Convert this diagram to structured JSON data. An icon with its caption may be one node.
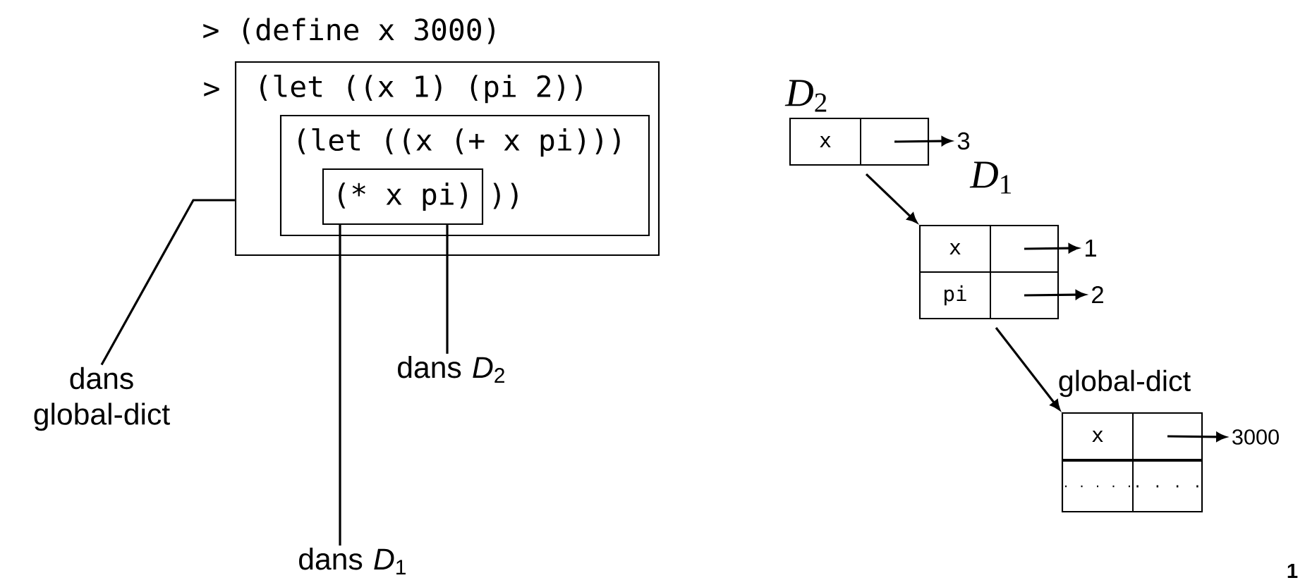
{
  "diagram": {
    "nodes": [
      {
        "text": [
          "(let ((x 1) (pi 2))"
        ]
      },
      {
        "text": [
          "(let ((x (+ x pi)))",
          "))"
        ],
        "in": 0
      },
      {
        "text": [
          "(* x pi)"
        ],
        "in": 1
      },
      {
        "text": [
          "dans global-dict"
        ]
      },
      {
        "text": [
          "dans *D*$_{2}$"
        ]
      },
      {
        "text": [
          "dans *D*$_{1}$"
        ]
      },
      {
        "text": [
          "*D*$_{2}$"
        ]
      },
      {
        "text": [
          "x"
        ],
        "in": 6
      },
      {
        "text": [],
        "shape": "box",
        "in": 6
      },
      {
        "text": [
          "3"
        ]
      },
      {
        "text": [
          "*D*$_{1}$"
        ]
      },
      {
        "text": [
          "x"
        ],
        "in": 10
      },
      {
        "text": [],
        "shape": "box",
        "in": 10
      },
      {
        "text": [
          "pi"
        ],
        "in": 10
      },
      {
        "text": [],
        "shape": "box",
        "in": 10
      },
      {
        "text": [
          "1"
        ]
      },
      {
        "text": [
          "2"
        ]
      },
      {
        "text": [
          "global-dict"
        ]
      },
      {
        "text": [
          "x"
        ],
        "in": 17
      },
      {
        "text": [],
        "shape": "box",
        "in": 17
      },
      {
        "text": [
          ". . . . ."
        ],
        "in": 17
      },
      {
        "text": [
          ". . . ."
        ],
        "in": 17
      },
      {
        "text": [
          "3000"
        ]
      }
    ],
    "edges": [
      {
        "from": 3,
        "to": 0,
        "arrow": "none"
      },
      {
        "from": 4,
        "to": 2,
        "arrow": "none"
      },
      {
        "from": 5,
        "to": 2,
        "arrow": "none"
      },
      {
        "from": 8,
        "to": 9,
        "arrow": "to"
      },
      {
        "from": 12,
        "to": 15,
        "arrow": "to"
      },
      {
        "from": 14,
        "to": 16,
        "arrow": "to"
      },
      {
        "from": 19,
        "to": 22,
        "arrow": "to"
      },
      {
        "from": 6,
        "to": 10,
        "arrow": "to"
      },
      {
        "from": 10,
        "to": 17,
        "arrow": "to"
      }
    ],
    "labels": [
      "> (define x 3000)",
      ">",
      "1"
    ]
  }
}
